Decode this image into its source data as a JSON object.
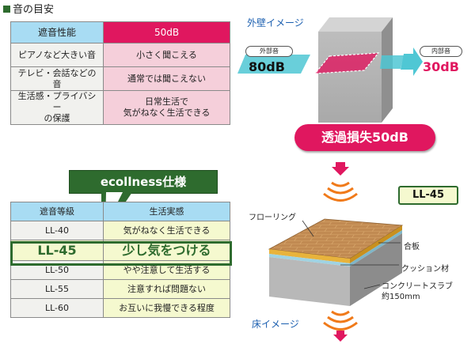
{
  "section_title": "音の目安",
  "sound_table": {
    "header": {
      "left": "遮音性能",
      "right": "50dB"
    },
    "rows": [
      {
        "left": "ピアノなど大きい音",
        "right": "小さく聞こえる"
      },
      {
        "left": "テレビ・会話などの音",
        "right": "通常では聞こえない"
      },
      {
        "left_line1": "生活感・プライバシー",
        "left_line2": "の保護",
        "right_line1": "日常生活で",
        "right_line2": "気がねなく生活できる"
      }
    ]
  },
  "callout": "ecollness仕様",
  "grade_table": {
    "header": {
      "left": "遮音等級",
      "right": "生活実感"
    },
    "rows": [
      {
        "left": "LL-40",
        "right": "気がねなく生活できる"
      },
      {
        "left": "LL-45",
        "right": "少し気をつける"
      },
      {
        "left": "LL-50",
        "right": "やや注意して生活する"
      },
      {
        "left": "LL-55",
        "right": "注意すれば問題ない"
      },
      {
        "left": "LL-60",
        "right": "お互いに我慢できる程度"
      }
    ]
  },
  "wall": {
    "title": "外壁イメージ",
    "outside_label": "外部音",
    "outside_db": "80dB",
    "inside_label": "内部音",
    "inside_db": "30dB",
    "loss": "透過損失50dB"
  },
  "floor": {
    "badge": "LL-45",
    "flooring": "フローリング",
    "plywood": "合板",
    "cushion": "クッション材",
    "concrete_line1": "コンクリートスラブ",
    "concrete_line2": "約150mm",
    "title": "床イメージ"
  },
  "colors": {
    "accent_pink": "#e0175f",
    "accent_green": "#2e6b2e",
    "header_blue": "#a8dcf3",
    "label_blue": "#1b5fb0",
    "sound_orange": "#f07a1a"
  },
  "icons": [
    "sound-wave-icon",
    "arrow-down-icon"
  ]
}
